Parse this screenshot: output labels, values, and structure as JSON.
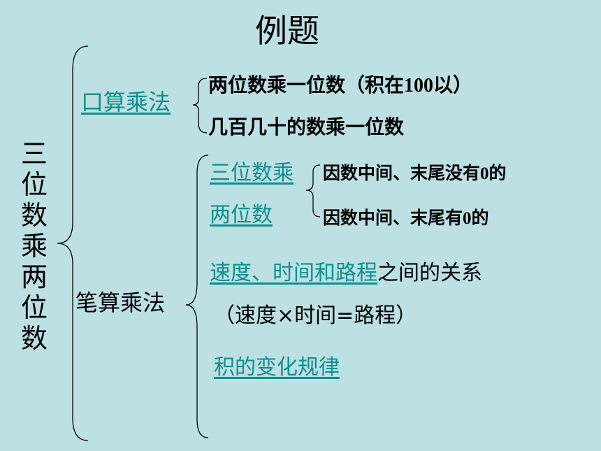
{
  "title": "例题",
  "root": "三位数乘两位数",
  "oral": {
    "label": "口算乘法",
    "items": [
      "两位数乘一位数（积在100以）",
      "几百几十的数乘一位数"
    ]
  },
  "written": {
    "label": "笔算乘法",
    "three_by_two": {
      "label_line1": "三位数乘",
      "label_line2": "两位数",
      "items": [
        "因数中间、末尾没有0的",
        "因数中间、末尾有0的"
      ]
    },
    "speed": {
      "link": "速度、时间和路程",
      "rest": "之间的关系",
      "formula": "（速度×时间=路程）"
    },
    "product_rule": "积的变化规律"
  }
}
